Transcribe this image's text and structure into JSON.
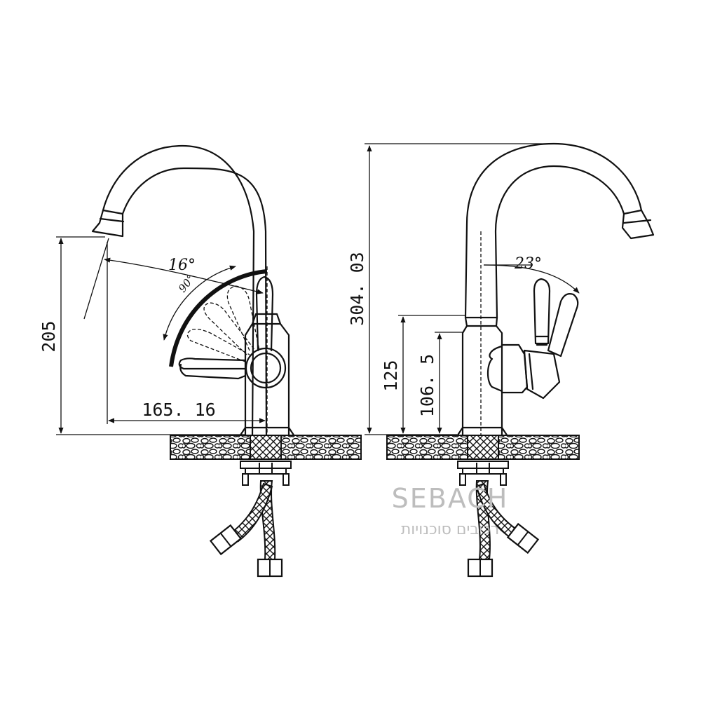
{
  "front_view": {
    "dim_height": "205",
    "dim_width": "165. 16",
    "angle_spout": "16°",
    "angle_handle": "90°"
  },
  "side_view": {
    "dim_total_height": "304. 03",
    "dim_body_height": "125",
    "dim_handle_height": "106. 5",
    "angle_handle": "23°"
  },
  "watermark": {
    "brand": "SEBACH",
    "subtitle": "רכיבים סוכנויות"
  }
}
